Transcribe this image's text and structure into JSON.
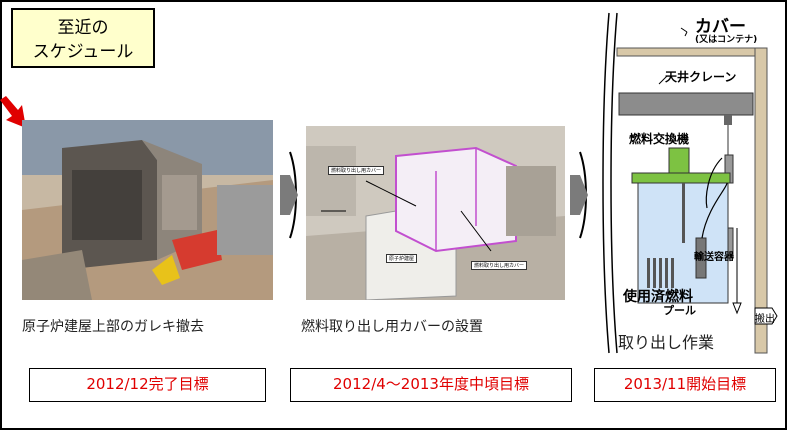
{
  "schedule_label": [
    "至近の",
    "スケジュール"
  ],
  "steps": [
    {
      "caption": "原子炉建屋上部のガレキ撤去",
      "target": "2012/12完了目標"
    },
    {
      "caption": "燃料取り出し用カバーの設置",
      "target": "2012/4〜2013年度中頃目標",
      "photo_labels": [
        "燃料取り出し用カバー",
        "原子炉建屋",
        "燃料取り出し用カバー"
      ]
    },
    {
      "caption": "取り出し作業",
      "target": "2013/11開始目標"
    }
  ],
  "diagram": {
    "cover_label": "カバー",
    "cover_sub": "(又はコンテナ)",
    "crane_label": "天井クレーン",
    "fuel_machine_label": "燃料交換機",
    "cask_label": "輸送容器",
    "pool_label_1": "使用済燃料",
    "pool_label_2": "プール",
    "carry_out_label": "搬出"
  },
  "colors": {
    "schedule_bg": "#ffffcc",
    "target_text": "#e00000",
    "machine_green": "#7dc242",
    "pool_blue": "#cfe3f7"
  }
}
